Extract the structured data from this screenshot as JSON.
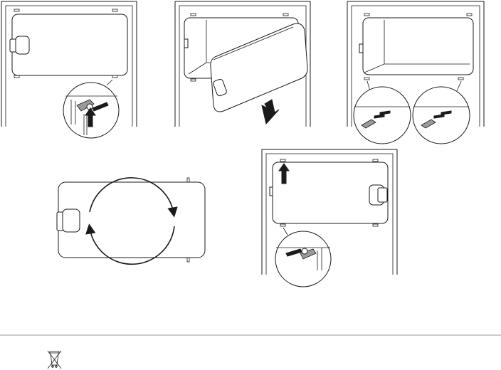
{
  "figure": {
    "steps": [
      "remove-door",
      "detach-door",
      "move-hinges",
      "rotate-door",
      "refit-door"
    ],
    "icons": [
      "weee-bin-icon"
    ],
    "colors": {
      "line": "#1a1a1a",
      "fill": "#ffffff",
      "arrow": "#1a1a1a",
      "separator": "#999999"
    }
  }
}
